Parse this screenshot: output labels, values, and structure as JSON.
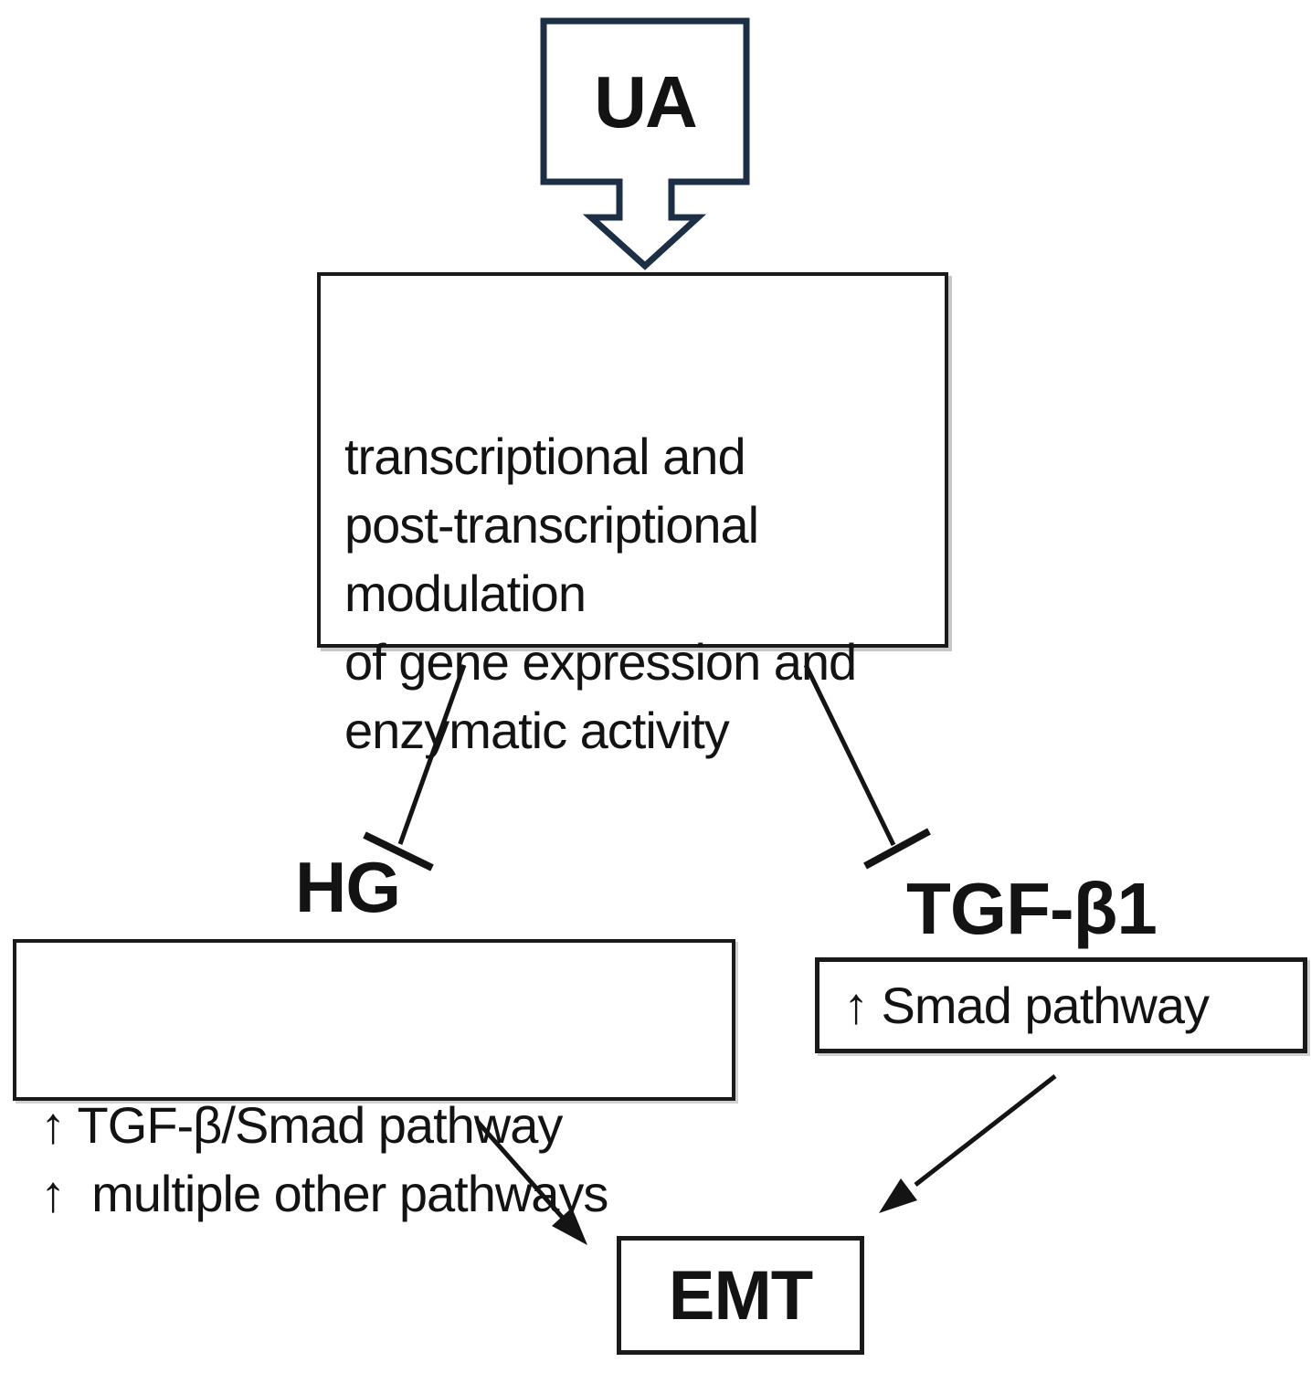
{
  "colors": {
    "background": "#ffffff",
    "ink": "#131313",
    "ua_outline": "#1c2f44",
    "box_border": "#1a1a1a",
    "connector": "#141414"
  },
  "nodes": {
    "ua": {
      "label": "UA"
    },
    "modulation": {
      "text": "transcriptional and\npost-transcriptional\nmodulation\nof gene expression and\nenzymatic activity"
    },
    "hg": {
      "label": "HG",
      "effects": "↑ TGF-β/Smad pathway\n↑  multiple other pathways"
    },
    "tgfb1": {
      "label": "TGF-β1",
      "effects": "↑ Smad pathway"
    },
    "emt": {
      "label": "EMT"
    }
  },
  "edges": [
    {
      "from": "UA",
      "to": "modulation",
      "type": "block-arrow"
    },
    {
      "from": "modulation",
      "to": "HG",
      "type": "inhibition"
    },
    {
      "from": "modulation",
      "to": "TGF-β1",
      "type": "inhibition"
    },
    {
      "from": "HG",
      "to": "EMT",
      "type": "activation-arrow"
    },
    {
      "from": "TGF-β1",
      "to": "EMT",
      "type": "activation-arrow"
    }
  ]
}
